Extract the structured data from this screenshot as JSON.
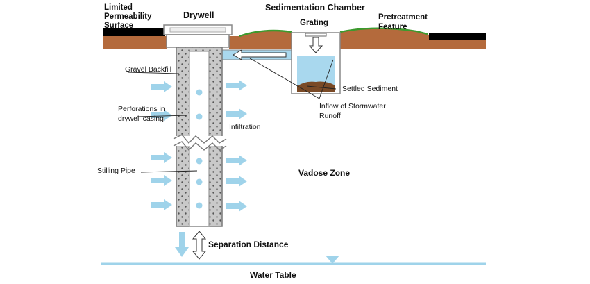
{
  "diagram": {
    "labels": {
      "limited_surface": [
        "Limited",
        "Permeability",
        "Surface"
      ],
      "drywell": "Drywell",
      "sedimentation_chamber": "Sedimentation Chamber",
      "grating": "Grating",
      "pretreatment": [
        "Pretreatment",
        "Feature"
      ],
      "gravel_backfill": "Gravel Backfill",
      "settled_sediment": "Settled Sediment",
      "inflow": [
        "Inflow of Stormwater",
        "Runoff"
      ],
      "perforations": [
        "Perforations in",
        "drywell casing"
      ],
      "infiltration": "Infiltration",
      "stilling_pipe": "Stilling Pipe",
      "vadose_zone": "Vadose Zone",
      "separation_distance": "Separation Distance",
      "water_table": "Water Table"
    },
    "colors": {
      "soil": "#b46a3c",
      "pavement": "#000000",
      "grass": "#3c9a2e",
      "gravel": "#c8c8c8",
      "pipe": "#ffffff",
      "water": "#a9d8ee",
      "arrow": "#9fd3ea",
      "sediment": "#7a4a26",
      "water_table": "#9fd3ea"
    }
  }
}
